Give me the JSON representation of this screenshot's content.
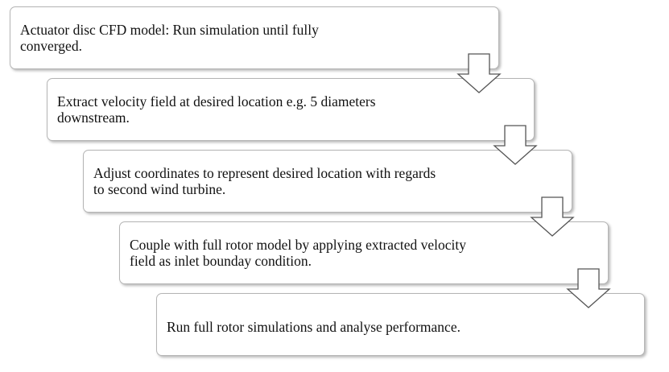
{
  "steps": [
    {
      "text": "Actuator disc CFD model: Run simulation until fully\nconverged."
    },
    {
      "text": "Extract velocity field at desired location e.g. 5 diameters\ndownstream."
    },
    {
      "text": "Adjust coordinates to represent desired location with regards\nto second wind turbine."
    },
    {
      "text": "Couple with full rotor model by applying extracted velocity\nfield as inlet bounday condition."
    },
    {
      "text": "Run full rotor simulations and analyse performance."
    }
  ],
  "colors": {
    "box_border": "#b5b5b5",
    "arrow_fill": "#ffffff",
    "arrow_stroke": "#555555",
    "text": "#111111"
  }
}
